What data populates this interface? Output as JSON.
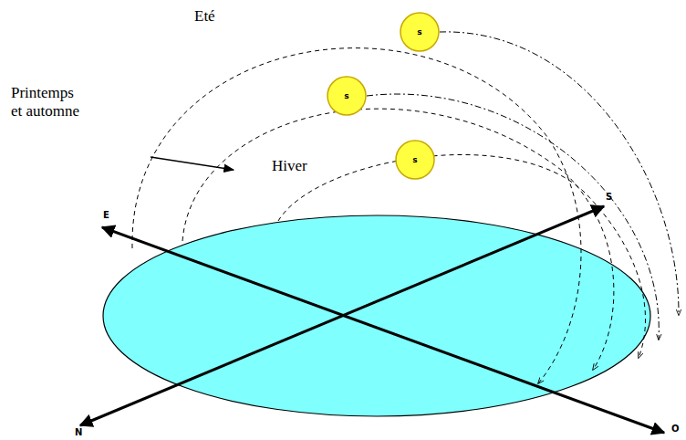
{
  "diagram": {
    "nodes": [
      {
        "text": [
          "s"
        ]
      },
      {
        "text": [
          "s"
        ]
      },
      {
        "text": [
          "s"
        ]
      }
    ],
    "labels": [
      "Eté",
      "Printemps et automne",
      "Hiver",
      "E",
      "S",
      "N",
      "O"
    ]
  }
}
